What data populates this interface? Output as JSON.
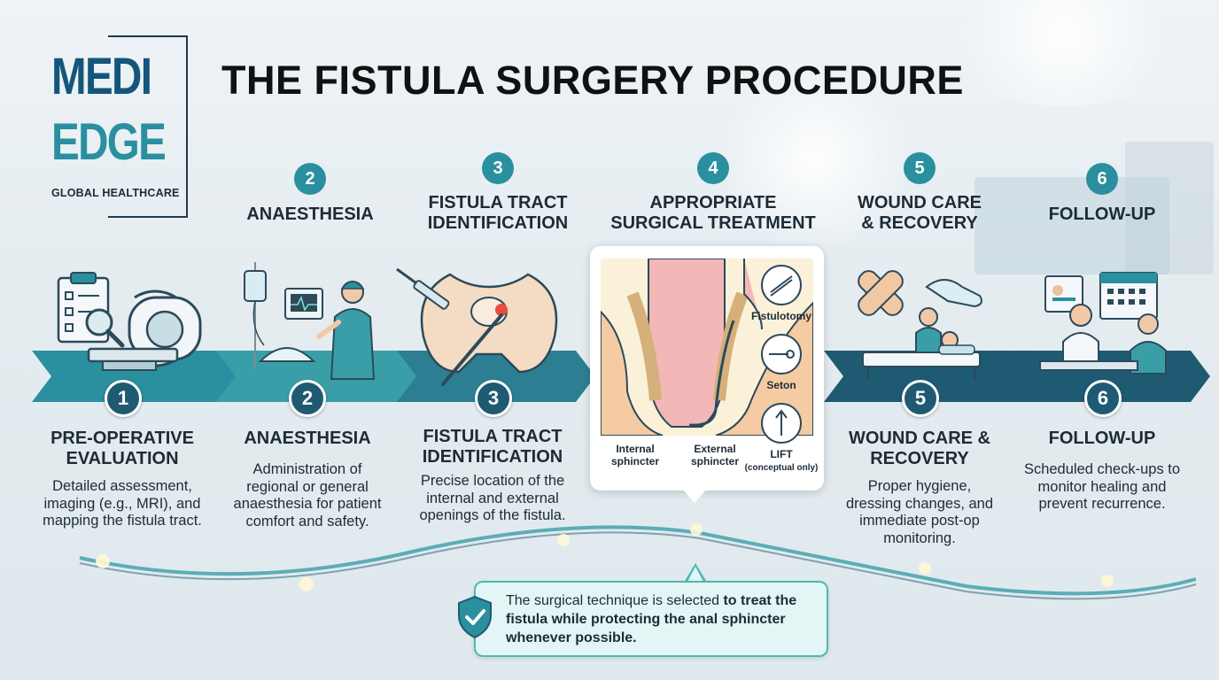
{
  "logo": {
    "line1": "MEDI",
    "line2": "EDGE",
    "tagline": "GLOBAL HEALTHCARE"
  },
  "title": "THE FISTULA SURGERY PROCEDURE",
  "steps": [
    {
      "num": "1",
      "heading": "PRE-OPERATIVE EVALUATION",
      "description": "Detailed assessment, imaging (e.g., MRI), and mapping the fistula tract.",
      "icon": "clipboard-mri-icon"
    },
    {
      "num": "2",
      "heading": "ANAESTHESIA",
      "description": "Administration of regional or general anaesthesia for patient comfort and safety.",
      "icon": "anaesthesia-nurse-icon"
    },
    {
      "num": "3",
      "heading": "FISTULA TRACT IDENTIFICATION",
      "description": "Precise location of the internal and external openings of the fistula.",
      "icon": "pelvis-probe-icon"
    },
    {
      "num": "4",
      "heading": "APPROPRIATE SURGICAL TREATMENT",
      "description": "",
      "icon": "anatomy-diagram-icon"
    },
    {
      "num": "5",
      "heading": "WOUND CARE & RECOVERY",
      "description": "Proper hygiene, dressing changes, and immediate post-op monitoring.",
      "icon": "bandage-patient-icon"
    },
    {
      "num": "6",
      "heading": "FOLLOW-UP",
      "description": "Scheduled check-ups to monitor healing and prevent recurrence.",
      "icon": "calendar-doctor-icon"
    }
  ],
  "treatment_panel": {
    "options": [
      "Fistulotomy",
      "Seton",
      "LIFT"
    ],
    "lift_note": "(conceptual only)",
    "labels": {
      "internal": "Internal sphincter",
      "external": "External sphincter"
    }
  },
  "callout": {
    "text_plain": "The surgical technique is selected ",
    "text_bold": "to treat the fistula while protecting the anal sphincter whenever possible.",
    "icon": "shield-check-icon"
  },
  "colors": {
    "teal": "#2a8f9f",
    "navy": "#1f5a73",
    "brand_blue": "#15557a"
  }
}
